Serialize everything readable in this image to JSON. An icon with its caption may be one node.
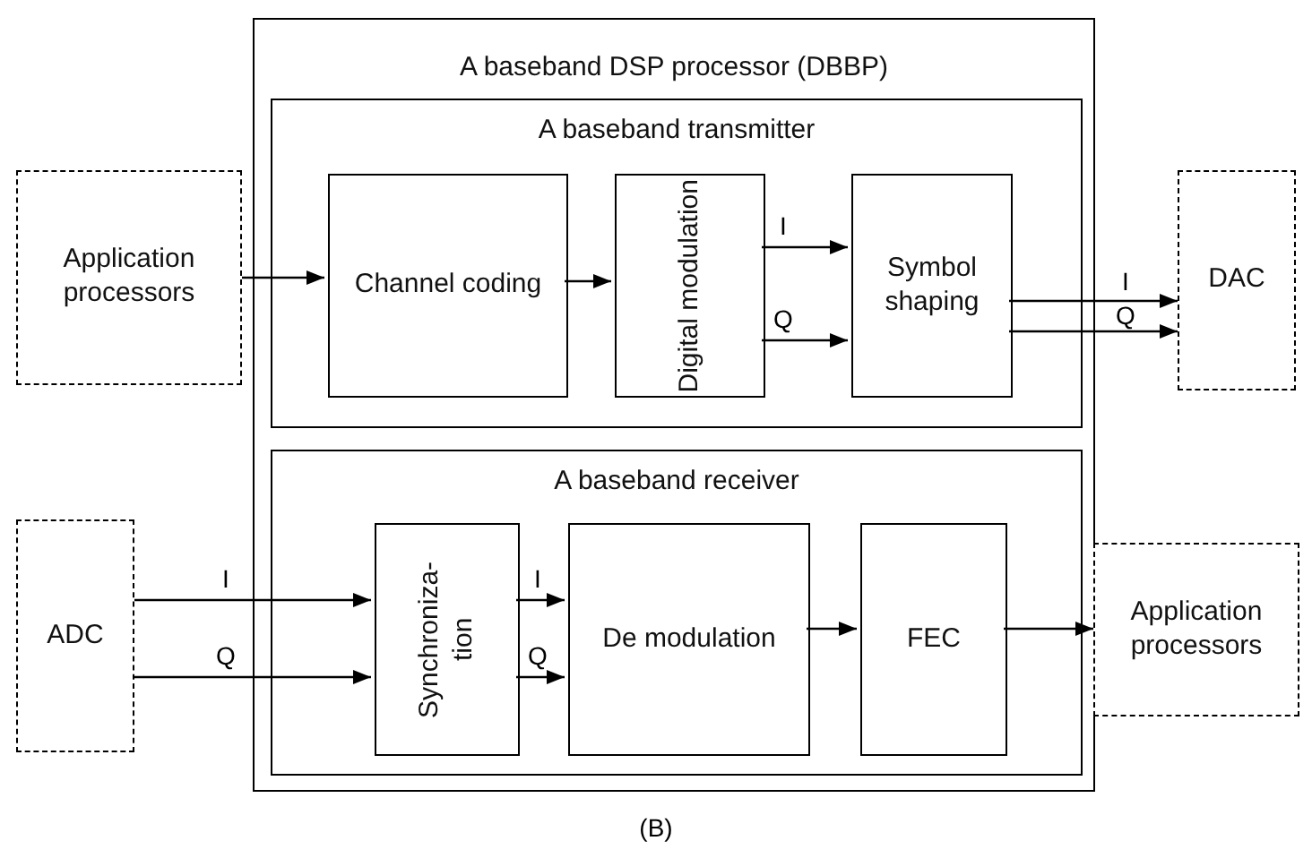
{
  "diagram": {
    "caption": "(B)",
    "nodes": [
      {
        "text": [
          "A baseband DSP processor (DBBP)"
        ]
      },
      {
        "text": [
          "A baseband transmitter"
        ],
        "in": 0
      },
      {
        "text": [
          "Application processors"
        ]
      },
      {
        "text": [
          "Channel coding"
        ],
        "in": 1
      },
      {
        "text": [
          "Digital modulation"
        ],
        "in": 1
      },
      {
        "text": [
          "Symbol shaping"
        ],
        "in": 1
      },
      {
        "text": [
          "DAC"
        ]
      },
      {
        "text": [
          "A baseband receiver"
        ],
        "in": 0
      },
      {
        "text": [
          "ADC"
        ]
      },
      {
        "text": [
          "Synchroniza-tion"
        ],
        "in": 7
      },
      {
        "text": [
          "De modulation"
        ],
        "in": 7
      },
      {
        "text": [
          "FEC"
        ],
        "in": 7
      },
      {
        "text": [
          "Application processors"
        ]
      }
    ],
    "edges": [
      {
        "from": 2,
        "to": 3,
        "arrow": "to"
      },
      {
        "from": 3,
        "to": 4,
        "arrow": "to"
      },
      {
        "from": 4,
        "to": 5,
        "arrow": "to",
        "label": "I"
      },
      {
        "from": 4,
        "to": 5,
        "arrow": "to",
        "label": "Q"
      },
      {
        "from": 5,
        "to": 6,
        "arrow": "to",
        "label": "I"
      },
      {
        "from": 5,
        "to": 6,
        "arrow": "to",
        "label": "Q"
      },
      {
        "from": 8,
        "to": 9,
        "arrow": "to",
        "label": "I"
      },
      {
        "from": 8,
        "to": 9,
        "arrow": "to",
        "label": "Q"
      },
      {
        "from": 9,
        "to": 10,
        "arrow": "to",
        "label": "I"
      },
      {
        "from": 9,
        "to": 10,
        "arrow": "to",
        "label": "Q"
      },
      {
        "from": 10,
        "to": 11,
        "arrow": "to"
      },
      {
        "from": 11,
        "to": 12,
        "arrow": "to"
      }
    ]
  }
}
